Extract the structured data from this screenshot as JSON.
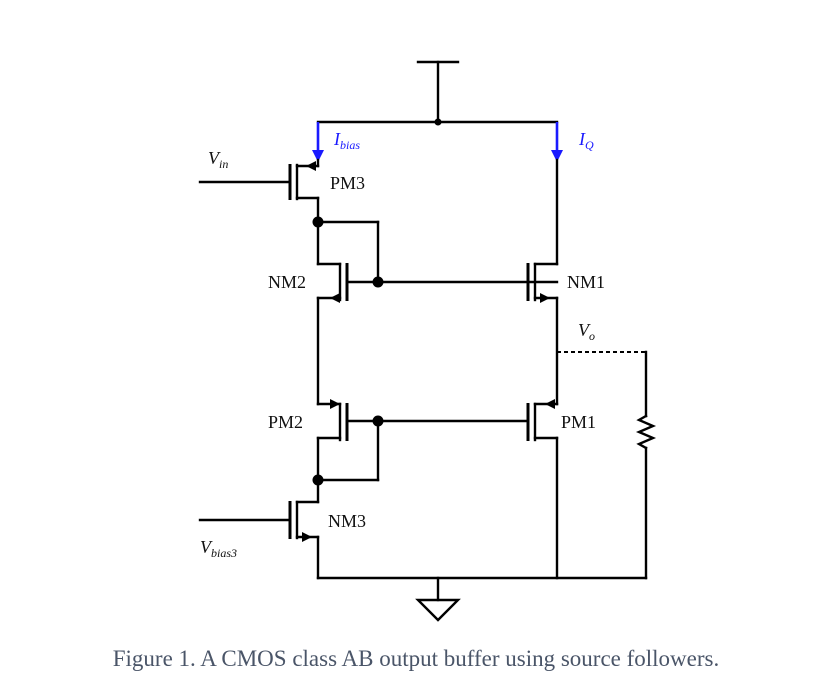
{
  "figure": {
    "caption": "Figure 1. A CMOS class AB output buffer using source followers.",
    "current_color": "#1a1aff"
  },
  "labels": {
    "vin": {
      "main": "V",
      "sub": "in"
    },
    "vbias3": {
      "main": "V",
      "sub": "bias3"
    },
    "ibias": {
      "main": "I",
      "sub": "bias"
    },
    "iq": {
      "main": "I",
      "sub": "Q"
    },
    "vo": {
      "main": "V",
      "sub": "o"
    }
  },
  "transistors": [
    {
      "name": "PM3",
      "type": "pmos"
    },
    {
      "name": "NM2",
      "type": "nmos"
    },
    {
      "name": "PM2",
      "type": "pmos"
    },
    {
      "name": "NM3",
      "type": "nmos"
    },
    {
      "name": "NM1",
      "type": "nmos"
    },
    {
      "name": "PM1",
      "type": "pmos"
    }
  ],
  "components": {
    "supply": "vdd-symbol",
    "ground": "ground-symbol",
    "load": "resistor"
  }
}
